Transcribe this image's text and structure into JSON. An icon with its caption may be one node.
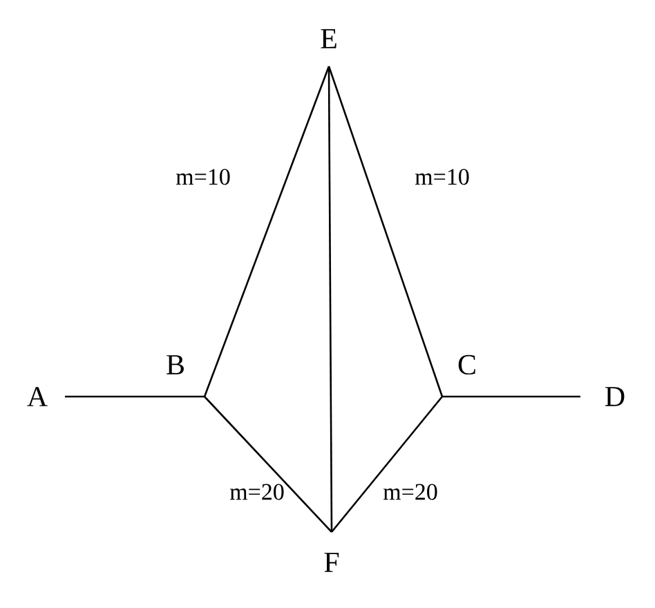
{
  "diagram": {
    "nodes": [
      {
        "text": [
          "A"
        ]
      },
      {
        "text": [
          "B"
        ]
      },
      {
        "text": [
          "C"
        ]
      },
      {
        "text": [
          "D"
        ]
      },
      {
        "text": [
          "E"
        ]
      },
      {
        "text": [
          "F"
        ]
      }
    ],
    "edges": [
      {
        "from": 0,
        "to": 1,
        "arrow": "none"
      },
      {
        "from": 2,
        "to": 3,
        "arrow": "none"
      },
      {
        "from": 4,
        "to": 1,
        "arrow": "none",
        "label": "m=10"
      },
      {
        "from": 4,
        "to": 2,
        "arrow": "none",
        "label": "m=10"
      },
      {
        "from": 1,
        "to": 5,
        "arrow": "none",
        "label": "m=20"
      },
      {
        "from": 5,
        "to": 2,
        "arrow": "none",
        "label": "m=20"
      },
      {
        "from": 4,
        "to": 5,
        "arrow": "none"
      }
    ]
  }
}
